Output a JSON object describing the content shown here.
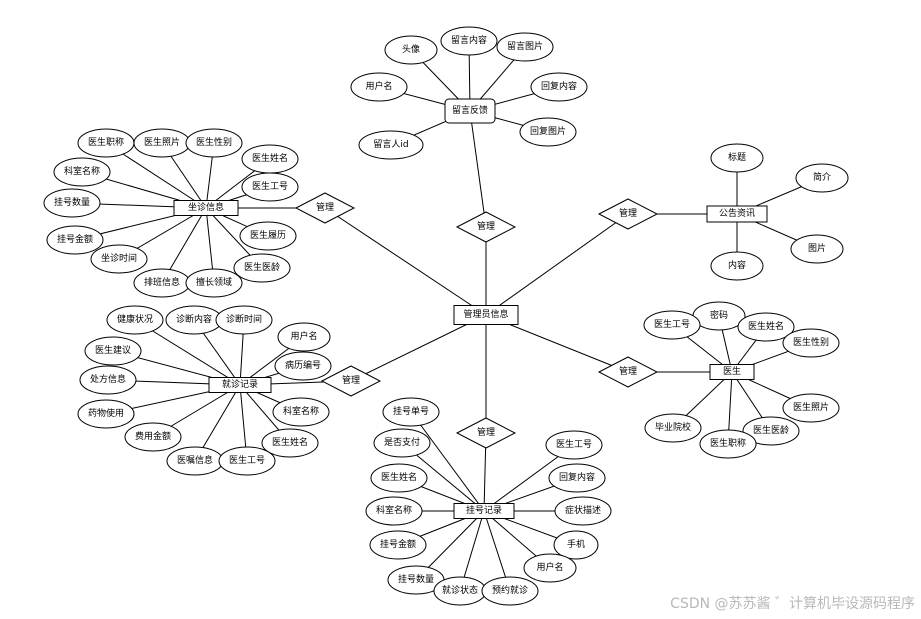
{
  "diagram": {
    "center_entity": "管理员信息",
    "entities": [
      {
        "name": "留言反馈",
        "relation": "管理",
        "attributes": [
          "头像",
          "留言内容",
          "留言图片",
          "用户名",
          "回复内容",
          "留言人id",
          "回复图片"
        ]
      },
      {
        "name": "公告资讯",
        "relation": "管理",
        "attributes": [
          "标题",
          "简介",
          "图片",
          "内容"
        ]
      },
      {
        "name": "坐诊信息",
        "relation": "管理",
        "attributes": [
          "医生职称",
          "医生照片",
          "医生性别",
          "科室名称",
          "医生姓名",
          "挂号数量",
          "医生工号",
          "挂号金额",
          "医生履历",
          "坐诊时间",
          "医生医龄",
          "排班信息",
          "擅长领域"
        ]
      },
      {
        "name": "就诊记录",
        "relation": "管理",
        "attributes": [
          "健康状况",
          "诊断内容",
          "诊断时间",
          "用户名",
          "医生建议",
          "病历编号",
          "处方信息",
          "药物使用",
          "科室名称",
          "费用金额",
          "医生姓名",
          "医嘱信息",
          "医生工号"
        ]
      },
      {
        "name": "医生",
        "relation": "管理",
        "attributes": [
          "密码",
          "医生工号",
          "医生姓名",
          "医生性别",
          "医生照片",
          "毕业院校",
          "医生医龄",
          "医生职称"
        ]
      },
      {
        "name": "挂号记录",
        "relation": "管理",
        "attributes": [
          "挂号单号",
          "医生工号",
          "是否支付",
          "医生姓名",
          "回复内容",
          "科室名称",
          "症状描述",
          "挂号金额",
          "手机",
          "用户名",
          "挂号数量",
          "就诊状态",
          "预约就诊"
        ]
      }
    ]
  },
  "watermark": "CSDN @苏苏酱  ゛计算机毕设源码程序"
}
